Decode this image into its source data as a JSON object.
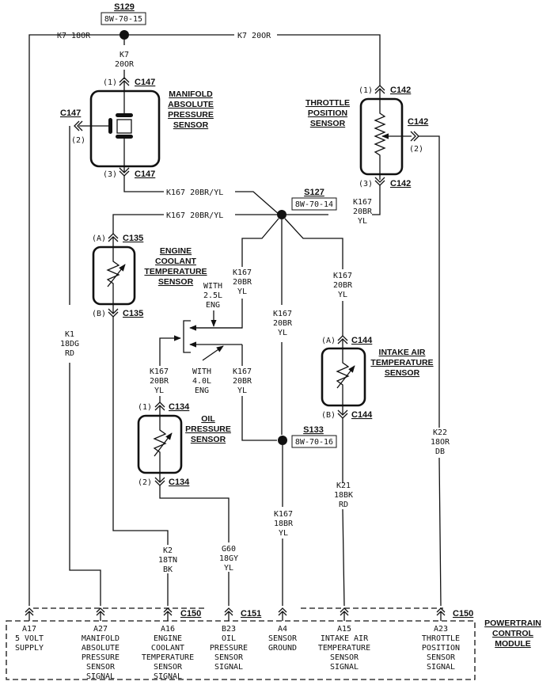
{
  "splices": {
    "s129": {
      "id": "S129",
      "ref": "8W-70-15"
    },
    "s127": {
      "id": "S127",
      "ref": "8W-70-14"
    },
    "s133": {
      "id": "S133",
      "ref": "8W-70-16"
    }
  },
  "wires": {
    "k7_left": "K7  18OR",
    "k7_right": "K7  20OR",
    "k7_down": [
      "K7",
      "20OR"
    ],
    "k167_top": "K167  20BR/YL",
    "k167_second": "K167  20BR/YL",
    "k167_tps": [
      "K167",
      "20BR",
      "YL"
    ],
    "k167_sw_in": [
      "K167",
      "20BR",
      "YL"
    ],
    "k167_center": [
      "K167",
      "20BR",
      "YL"
    ],
    "k167_iat": [
      "K167",
      "20BR",
      "YL"
    ],
    "k167_oil": [
      "K167",
      "20BR",
      "YL"
    ],
    "k167_sw_out": [
      "K167",
      "20BR",
      "YL"
    ],
    "k167_ground": [
      "K167",
      "18BR",
      "YL"
    ],
    "k1": [
      "K1",
      "18DG",
      "RD"
    ],
    "k2": [
      "K2",
      "18TN",
      "BK"
    ],
    "g60": [
      "G60",
      "18GY",
      "YL"
    ],
    "k21": [
      "K21",
      "18BK",
      "RD"
    ],
    "k22": [
      "K22",
      "18OR",
      "DB"
    ]
  },
  "switch": {
    "option_a": [
      "WITH",
      "2.5L",
      "ENG"
    ],
    "option_b": [
      "WITH",
      "4.0L",
      "ENG"
    ]
  },
  "components": {
    "map_sensor": {
      "name": [
        "MANIFOLD",
        "ABSOLUTE",
        "PRESSURE",
        "SENSOR"
      ],
      "connector": "C147",
      "pins": [
        "(1)",
        "(2)",
        "(3)"
      ]
    },
    "tps": {
      "name": [
        "THROTTLE",
        "POSITION",
        "SENSOR"
      ],
      "connector": "C142",
      "pins": [
        "(1)",
        "(2)",
        "(3)"
      ]
    },
    "ect": {
      "name": [
        "ENGINE",
        "COOLANT",
        "TEMPERATURE",
        "SENSOR"
      ],
      "connector": "C135",
      "pins": [
        "(A)",
        "(B)"
      ]
    },
    "iat": {
      "name": [
        "INTAKE AIR",
        "TEMPERATURE",
        "SENSOR"
      ],
      "connector": "C144",
      "pins": [
        "(A)",
        "(B)"
      ]
    },
    "oil": {
      "name": [
        "OIL",
        "PRESSURE",
        "SENSOR"
      ],
      "connector": "C134",
      "pins": [
        "(1)",
        "(2)"
      ]
    }
  },
  "pcm": {
    "name": [
      "POWERTRAIN",
      "CONTROL",
      "MODULE"
    ],
    "connectors": {
      "left": "C150",
      "mid": "C151",
      "right": "C150"
    },
    "pins": [
      {
        "pin": "A17",
        "label": [
          "5 VOLT",
          "SUPPLY"
        ]
      },
      {
        "pin": "A27",
        "label": [
          "MANIFOLD",
          "ABSOLUTE",
          "PRESSURE",
          "SENSOR",
          "SIGNAL"
        ]
      },
      {
        "pin": "A16",
        "label": [
          "ENGINE",
          "COOLANT",
          "TEMPERATURE",
          "SENSOR",
          "SIGNAL"
        ]
      },
      {
        "pin": "B23",
        "label": [
          "OIL",
          "PRESSURE",
          "SENSOR",
          "SIGNAL"
        ]
      },
      {
        "pin": "A4",
        "label": [
          "SENSOR",
          "GROUND"
        ]
      },
      {
        "pin": "A15",
        "label": [
          "INTAKE AIR",
          "TEMPERATURE",
          "SENSOR",
          "SIGNAL"
        ]
      },
      {
        "pin": "A23",
        "label": [
          "THROTTLE",
          "POSITION",
          "SENSOR",
          "SIGNAL"
        ]
      }
    ]
  }
}
